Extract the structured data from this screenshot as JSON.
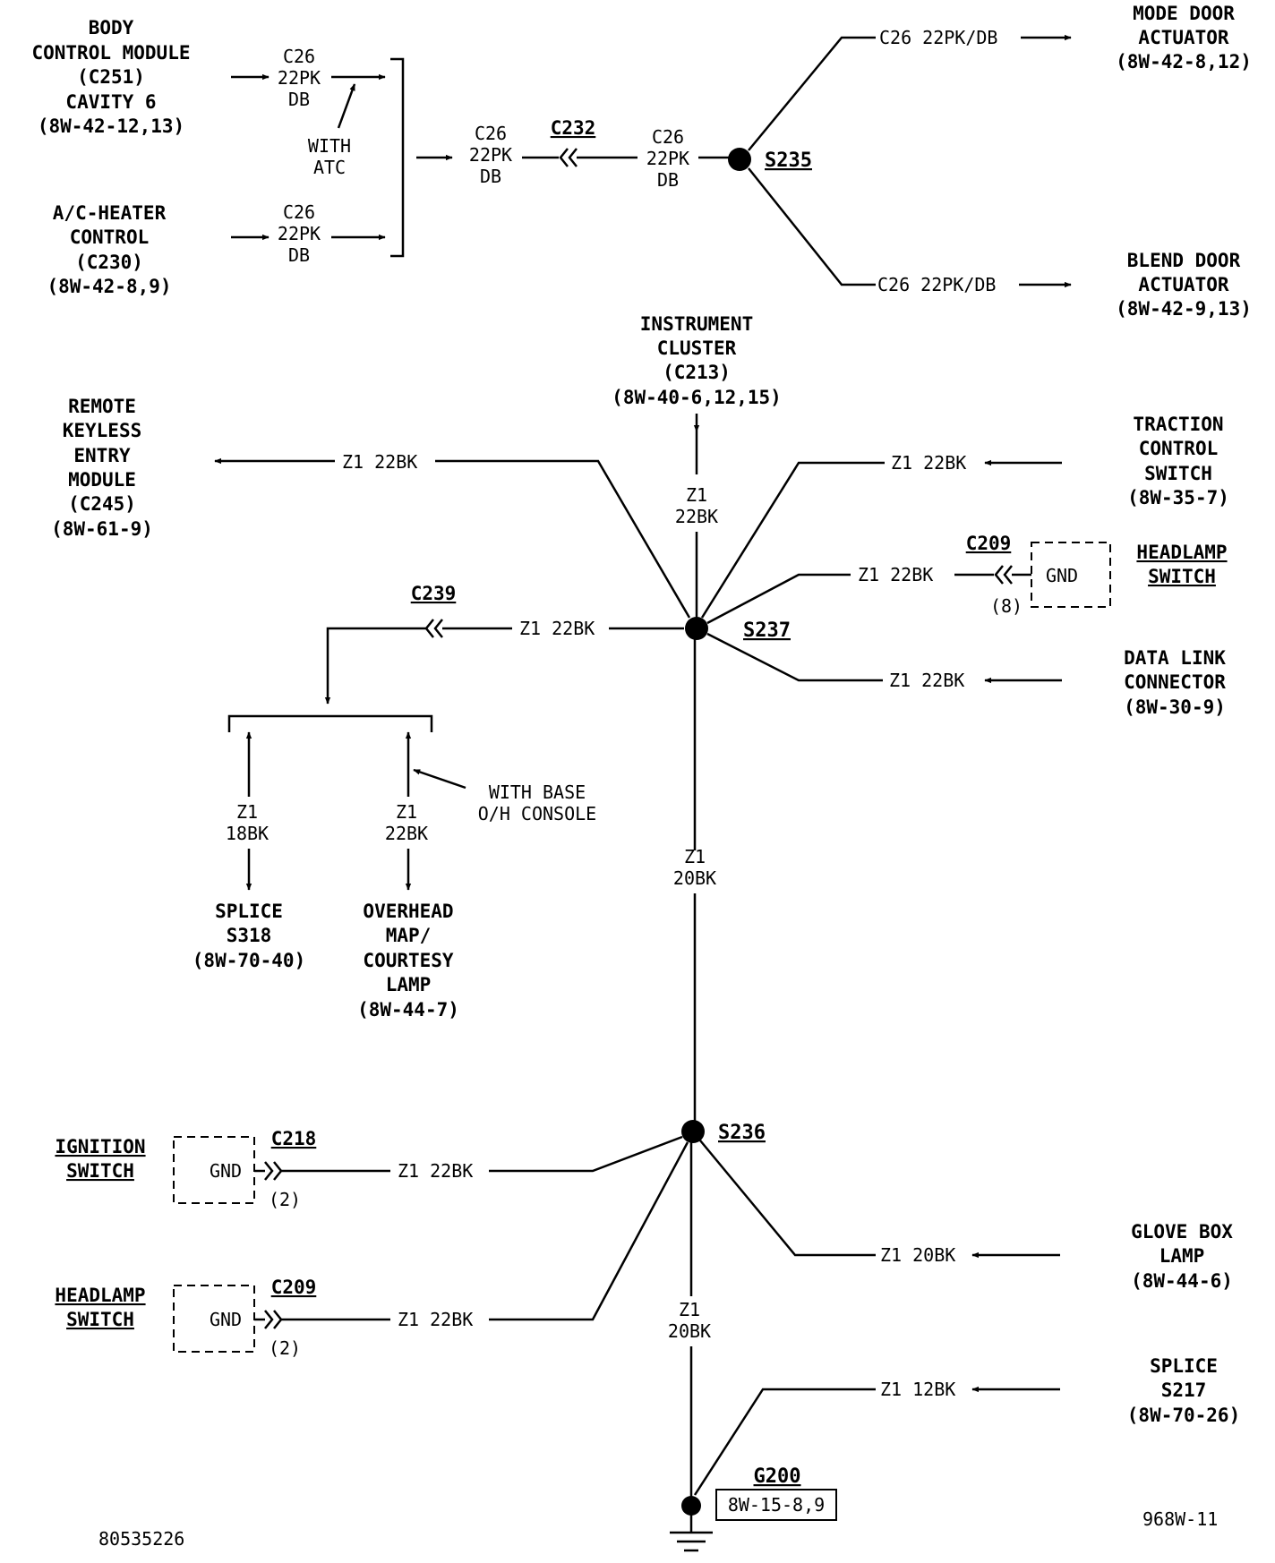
{
  "components": {
    "bcm": [
      "BODY",
      "CONTROL MODULE",
      "(C251)",
      "CAVITY 6",
      "(8W-42-12,13)"
    ],
    "ac_heater": [
      "A/C-HEATER",
      "CONTROL",
      "(C230)",
      "(8W-42-8,9)"
    ],
    "mode_door": [
      "MODE DOOR",
      "ACTUATOR",
      "(8W-42-8,12)"
    ],
    "blend_door": [
      "BLEND DOOR",
      "ACTUATOR",
      "(8W-42-9,13)"
    ],
    "instrument_cluster": [
      "INSTRUMENT",
      "CLUSTER",
      "(C213)",
      "(8W-40-6,12,15)"
    ],
    "remote_keyless": [
      "REMOTE",
      "KEYLESS",
      "ENTRY",
      "MODULE",
      "(C245)",
      "(8W-61-9)"
    ],
    "traction_control": [
      "TRACTION",
      "CONTROL",
      "SWITCH",
      "(8W-35-7)"
    ],
    "headlamp_top": [
      "HEADLAMP",
      "SWITCH"
    ],
    "data_link": [
      "DATA LINK",
      "CONNECTOR",
      "(8W-30-9)"
    ],
    "splice_s318": [
      "SPLICE",
      "S318",
      "(8W-70-40)"
    ],
    "overhead_lamp": [
      "OVERHEAD",
      "MAP/",
      "COURTESY",
      "LAMP",
      "(8W-44-7)"
    ],
    "ignition_switch": [
      "IGNITION",
      "SWITCH"
    ],
    "headlamp_bottom": [
      "HEADLAMP",
      "SWITCH"
    ],
    "glove_box": [
      "GLOVE BOX",
      "LAMP",
      "(8W-44-6)"
    ],
    "splice_s217": [
      "SPLICE",
      "S217",
      "(8W-70-26)"
    ]
  },
  "wires": {
    "c26_stack": [
      "C26",
      "22PK",
      "DB"
    ],
    "c26_pkdb": "C26 22PK/DB",
    "z1_22bk": "Z1 22BK",
    "z1_20bk": "Z1 20BK",
    "z1_12bk": "Z1 12BK",
    "z1_22bk_stack": [
      "Z1",
      "22BK"
    ],
    "z1_20bk_stack": [
      "Z1",
      "20BK"
    ],
    "z1_18bk_stack": [
      "Z1",
      "18BK"
    ]
  },
  "notes": {
    "with_atc": [
      "WITH",
      "ATC"
    ],
    "with_base": [
      "WITH BASE",
      "O/H CONSOLE"
    ]
  },
  "splices": {
    "s235": "S235",
    "s237": "S237",
    "s236": "S236"
  },
  "connectors": {
    "c232": "C232",
    "c239": "C239",
    "c209_top": "C209",
    "c209_top_pin": "(8)",
    "c218": "C218",
    "c218_pin": "(2)",
    "c209_bottom": "C209",
    "c209_bottom_pin": "(2)",
    "gnd": "GND"
  },
  "ground": {
    "id": "G200",
    "ref": "8W-15-8,9"
  },
  "footer": {
    "left_code": "80535226",
    "right_code": "968W-11"
  }
}
